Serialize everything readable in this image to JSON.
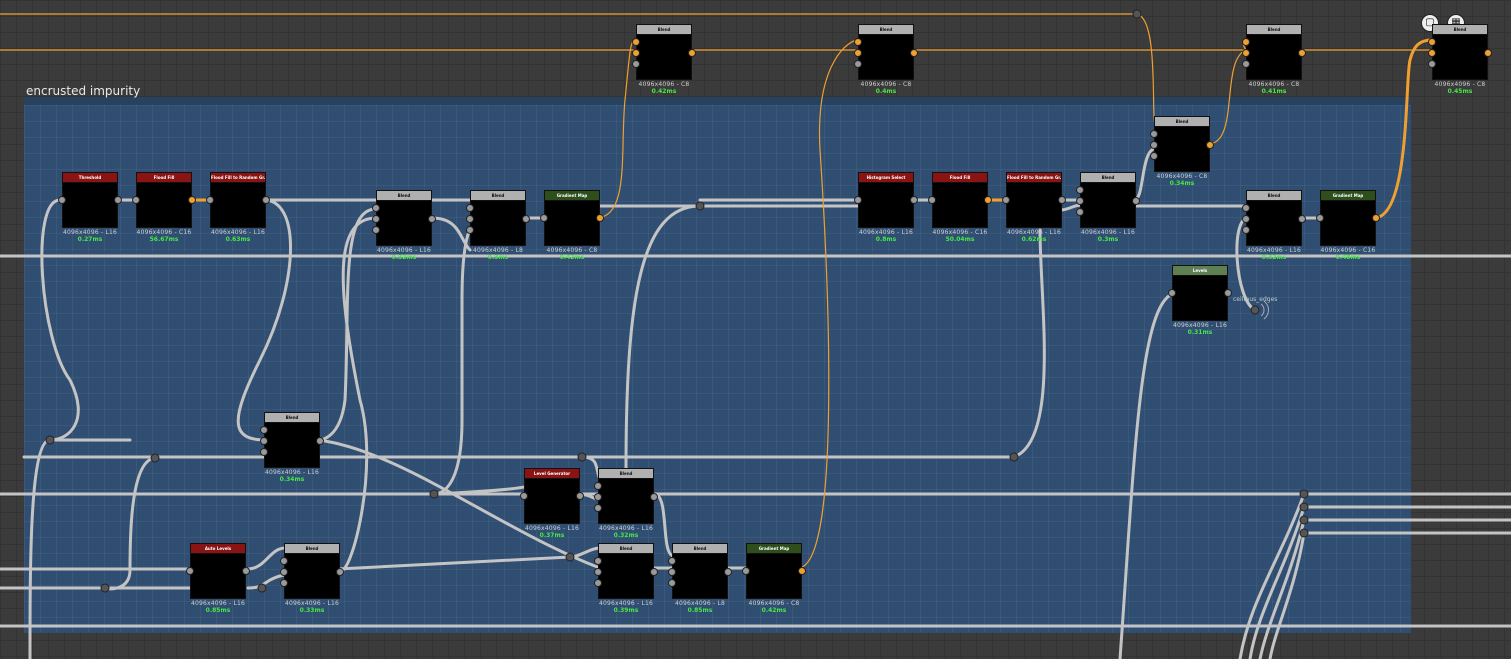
{
  "frame": {
    "title": "encrusted impurity"
  },
  "output": {
    "label": "ceiltaus_edges"
  },
  "colors": {
    "frame_bg": "#2f4e72",
    "canvas_bg": "#3b3b3b",
    "wire": "#c4c4c4",
    "wire_color": "#f0a030",
    "time_text": "#46e846"
  },
  "icons": [
    "document-icon",
    "checker-icon"
  ],
  "nodes": [
    {
      "id": "blend-top-1",
      "title": "Blend",
      "res": "4096x4096 - C8",
      "ms": "0.42ms"
    },
    {
      "id": "blend-top-2",
      "title": "Blend",
      "res": "4096x4096 - C8",
      "ms": "0.4ms"
    },
    {
      "id": "blend-top-3",
      "title": "Blend",
      "res": "4096x4096 - C8",
      "ms": "0.41ms"
    },
    {
      "id": "blend-top-4",
      "title": "Blend",
      "res": "4096x4096 - C8",
      "ms": "0.45ms"
    },
    {
      "id": "threshold",
      "title": "Threshold",
      "res": "4096x4096 - L16",
      "ms": "0.27ms"
    },
    {
      "id": "flood-fill",
      "title": "Flood Fill",
      "res": "4096x4096 - C16",
      "ms": "56.67ms"
    },
    {
      "id": "flood-fill-random",
      "title": "Flood Fill to Random Gr...",
      "res": "4096x4096 - L16",
      "ms": "0.63ms"
    },
    {
      "id": "blend-a",
      "title": "Blend",
      "res": "4096x4096 - L16",
      "ms": "0.32ms"
    },
    {
      "id": "blend-b",
      "title": "Blend",
      "res": "4096x4096 - L8",
      "ms": "0.3ms"
    },
    {
      "id": "gradient-map-1",
      "title": "Gradient Map",
      "res": "4096x4096 - C8",
      "ms": "0.42ms"
    },
    {
      "id": "histogram-select",
      "title": "Histogram Select",
      "res": "4096x4096 - L16",
      "ms": "0.8ms"
    },
    {
      "id": "flood-fill-2",
      "title": "Flood Fill",
      "res": "4096x4096 - C16",
      "ms": "50.04ms"
    },
    {
      "id": "flood-fill-random-2",
      "title": "Flood Fill to Random Gr...",
      "res": "4096x4096 - L16",
      "ms": "0.62ms"
    },
    {
      "id": "blend-c",
      "title": "Blend",
      "res": "4096x4096 - L16",
      "ms": "0.3ms"
    },
    {
      "id": "blend-white",
      "title": "Blend",
      "res": "4096x4096 - C8",
      "ms": "0.34ms"
    },
    {
      "id": "blend-d",
      "title": "Blend",
      "res": "4096x4096 - L16",
      "ms": "0.32ms"
    },
    {
      "id": "gradient-map-2",
      "title": "Gradient Map",
      "res": "4096x4096 - C16",
      "ms": "0.48ms"
    },
    {
      "id": "levels",
      "title": "Levels",
      "res": "4096x4096 - L16",
      "ms": "0.31ms"
    },
    {
      "id": "blend-mid",
      "title": "Blend",
      "res": "4096x4096 - L16",
      "ms": "0.34ms"
    },
    {
      "id": "level-generator",
      "title": "Level Generator",
      "res": "4096x4096 - L16",
      "ms": "0.37ms"
    },
    {
      "id": "blend-maze",
      "title": "Blend",
      "res": "4096x4096 - L16",
      "ms": "0.32ms"
    },
    {
      "id": "auto-levels",
      "title": "Auto Levels",
      "res": "4096x4096 - L16",
      "ms": "0.85ms"
    },
    {
      "id": "blend-e",
      "title": "Blend",
      "res": "4096x4096 - L16",
      "ms": "0.33ms"
    },
    {
      "id": "blend-f",
      "title": "Blend",
      "res": "4096x4096 - L16",
      "ms": "0.39ms"
    },
    {
      "id": "blend-g",
      "title": "Blend",
      "res": "4096x4096 - L8",
      "ms": "0.85ms"
    },
    {
      "id": "gradient-map-3",
      "title": "Gradient Map",
      "res": "4096x4096 - C8",
      "ms": "0.42ms"
    }
  ]
}
